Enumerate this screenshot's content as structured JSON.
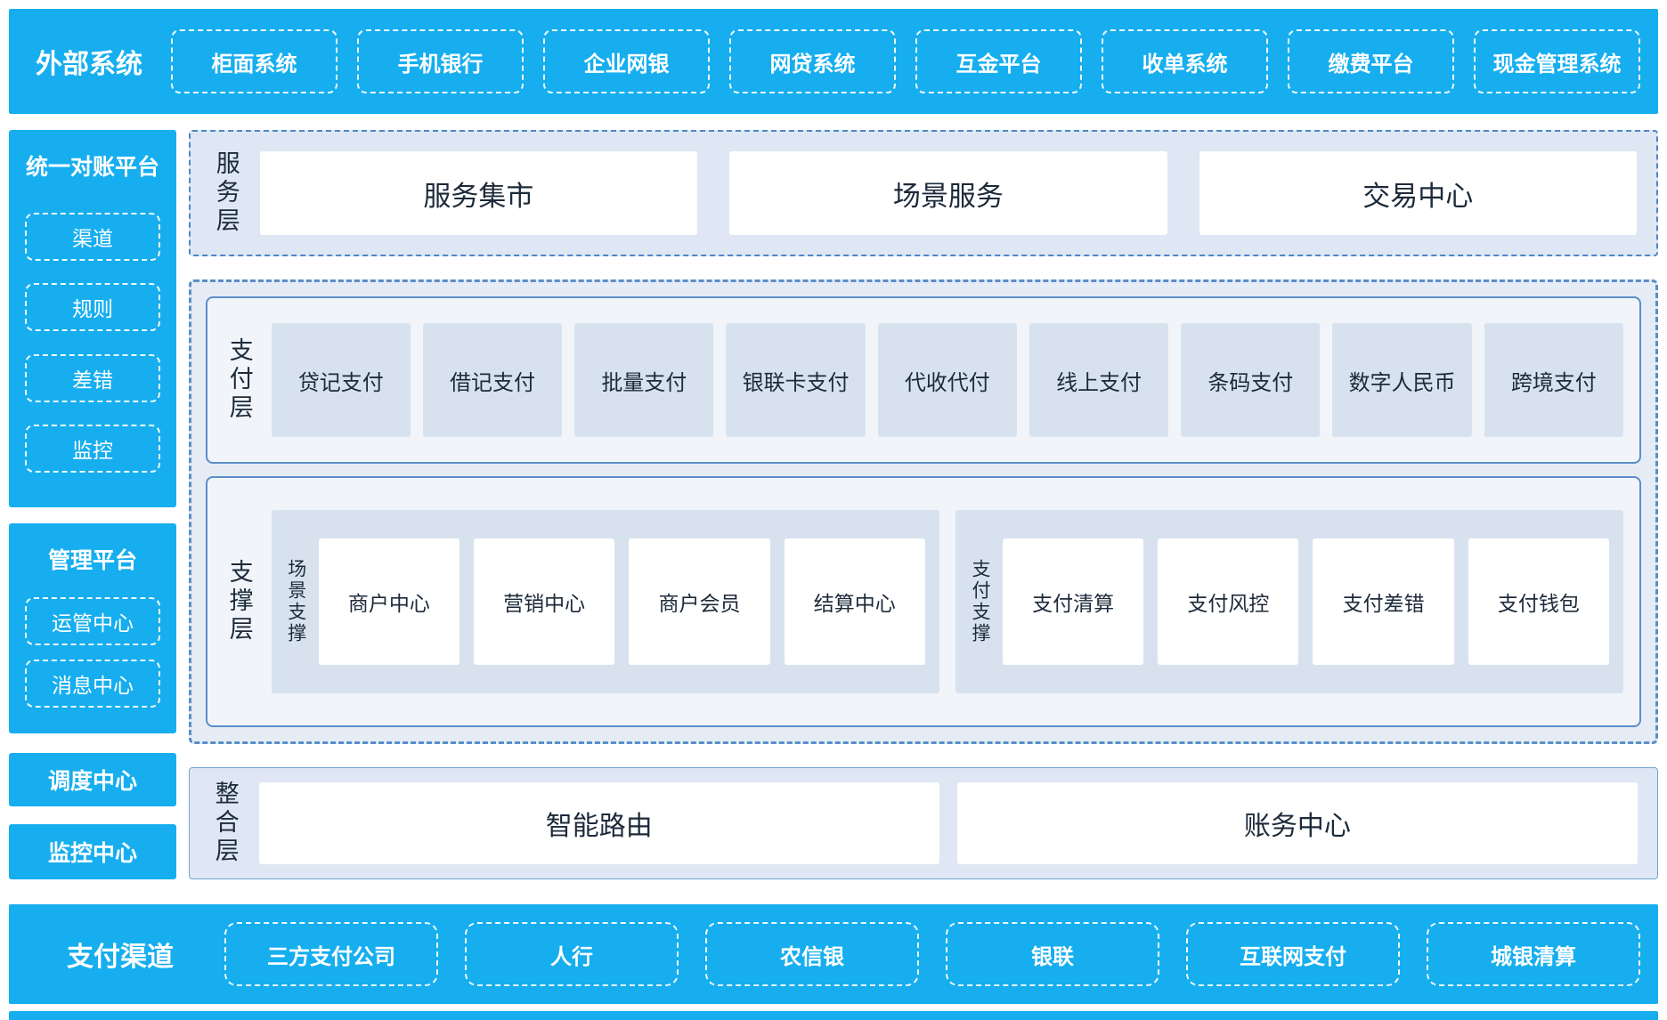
{
  "top_banner": {
    "label": "外部系统",
    "items": [
      "柜面系统",
      "手机银行",
      "企业网银",
      "网贷系统",
      "互金平台",
      "收单系统",
      "缴费平台",
      "现金管理系统"
    ]
  },
  "sidebar": {
    "reconciliation": {
      "title": "统一对账平台",
      "items": [
        "渠道",
        "规则",
        "差错",
        "监控"
      ]
    },
    "management": {
      "title": "管理平台",
      "items": [
        "运管中心",
        "消息中心"
      ]
    },
    "dispatch": "调度中心",
    "monitor": "监控中心"
  },
  "layers": {
    "service": {
      "label": "服务层",
      "items": [
        "服务集市",
        "场景服务",
        "交易中心"
      ]
    },
    "payment": {
      "label": "支付层",
      "items": [
        "贷记支付",
        "借记支付",
        "批量支付",
        "银联卡支付",
        "代收代付",
        "线上支付",
        "条码支付",
        "数字人民币",
        "跨境支付"
      ]
    },
    "support": {
      "label": "支撑层",
      "groups": [
        {
          "label": "场景支撑",
          "items": [
            "商户中心",
            "营销中心",
            "商户会员",
            "结算中心"
          ]
        },
        {
          "label": "支付支撑",
          "items": [
            "支付清算",
            "支付风控",
            "支付差错",
            "支付钱包"
          ]
        }
      ]
    },
    "integration": {
      "label": "整合层",
      "items": [
        "智能路由",
        "账务中心"
      ]
    }
  },
  "bottom_banner": {
    "label": "支付渠道",
    "items": [
      "三方支付公司",
      "人行",
      "农信银",
      "银联",
      "互联网支付",
      "城银清算"
    ]
  },
  "colors": {
    "accent_cyan": "#16AEEF",
    "panel_blue": "#DEE7F3",
    "box_blue": "#D8E2EF",
    "border_blue": "#5B8EC9",
    "text_dark": "#1C2A3A"
  }
}
